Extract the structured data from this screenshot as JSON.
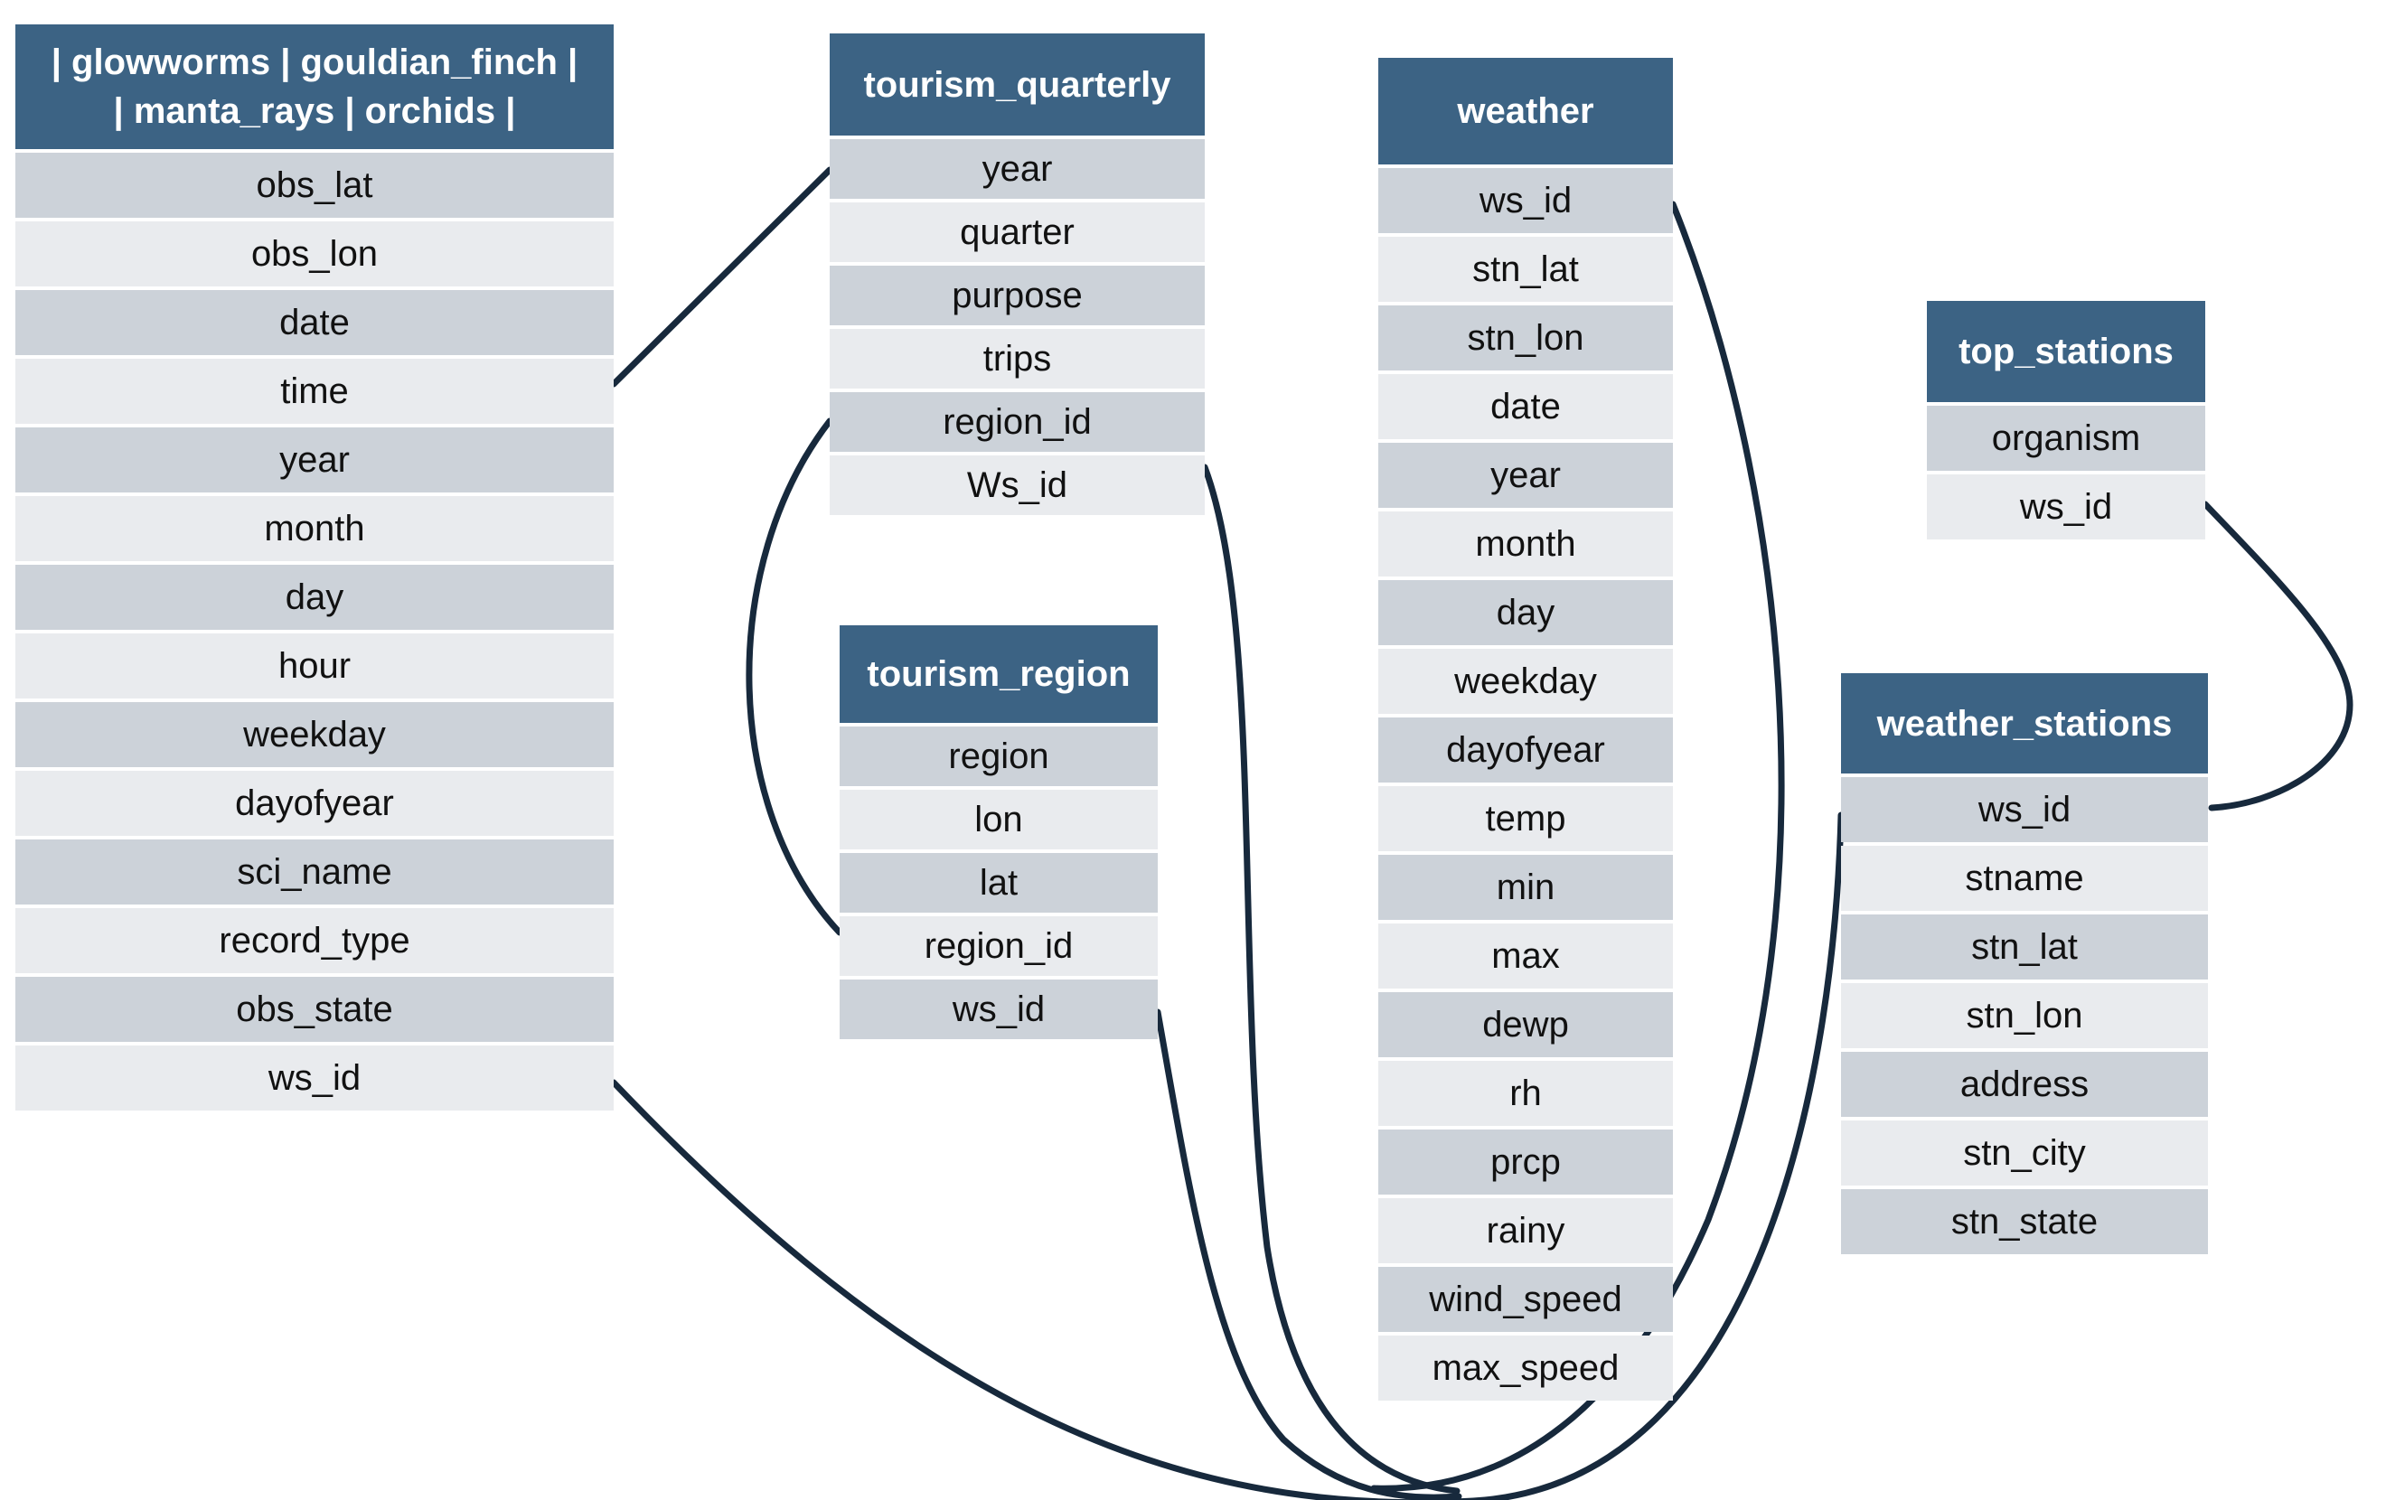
{
  "colors": {
    "header_bg": "#3c6384",
    "header_text": "#ffffff",
    "row_dark": "#ccd2d9",
    "row_light": "#e9ebee",
    "row_text": "#111111",
    "connector": "#17293c"
  },
  "tables": [
    {
      "id": "observations",
      "title": "| glowworms | gouldian_finch |\n| manta_rays | orchids |",
      "fields": [
        "obs_lat",
        "obs_lon",
        "date",
        "time",
        "year",
        "month",
        "day",
        "hour",
        "weekday",
        "dayofyear",
        "sci_name",
        "record_type",
        "obs_state",
        "ws_id"
      ]
    },
    {
      "id": "tourism_quarterly",
      "title": "tourism_quarterly",
      "fields": [
        "year",
        "quarter",
        "purpose",
        "trips",
        "region_id",
        "Ws_id"
      ]
    },
    {
      "id": "tourism_region",
      "title": "tourism_region",
      "fields": [
        "region",
        "lon",
        "lat",
        "region_id",
        "ws_id"
      ]
    },
    {
      "id": "weather",
      "title": "weather",
      "fields": [
        "ws_id",
        "stn_lat",
        "stn_lon",
        "date",
        "year",
        "month",
        "day",
        "weekday",
        "dayofyear",
        "temp",
        "min",
        "max",
        "dewp",
        "rh",
        "prcp",
        "rainy",
        "wind_speed",
        "max_speed"
      ]
    },
    {
      "id": "top_stations",
      "title": "top_stations",
      "fields": [
        "organism",
        "ws_id"
      ]
    },
    {
      "id": "weather_stations",
      "title": "weather_stations",
      "fields": [
        "ws_id",
        "stname",
        "stn_lat",
        "stn_lon",
        "address",
        "stn_city",
        "stn_state"
      ]
    }
  ],
  "relationships": [
    {
      "from": "observations.time",
      "to": "tourism_quarterly.year"
    },
    {
      "from": "tourism_quarterly.region_id",
      "to": "tourism_region.region_id"
    },
    {
      "from": "tourism_quarterly.Ws_id",
      "to": "weather_stations.ws_id"
    },
    {
      "from": "observations.ws_id",
      "to": "weather_stations.ws_id"
    },
    {
      "from": "tourism_region.ws_id",
      "to": "weather_stations.ws_id"
    },
    {
      "from": "weather.ws_id",
      "to": "weather_stations.ws_id"
    },
    {
      "from": "top_stations.ws_id",
      "to": "weather_stations.ws_id"
    }
  ]
}
